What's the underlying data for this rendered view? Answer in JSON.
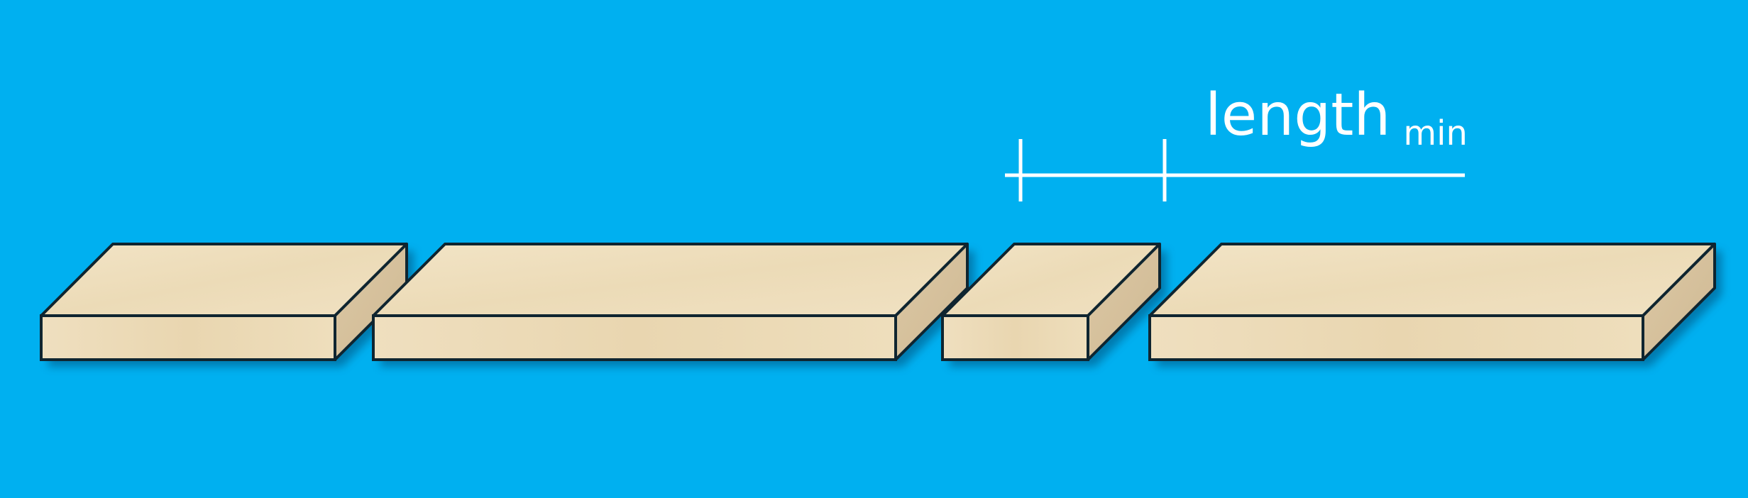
{
  "background_color": "#00b0f0",
  "board_colors": {
    "top": "#efdfbe",
    "front": "#eddcb8",
    "side": "#d8c39f",
    "outline": "#0f2530",
    "shadow": "#06507a"
  },
  "dimension": {
    "label_main": "length",
    "label_sub": "min",
    "line_color": "#ffffff"
  },
  "boards": [
    {
      "name": "board-1"
    },
    {
      "name": "board-2"
    },
    {
      "name": "board-3-short"
    },
    {
      "name": "board-4"
    }
  ]
}
